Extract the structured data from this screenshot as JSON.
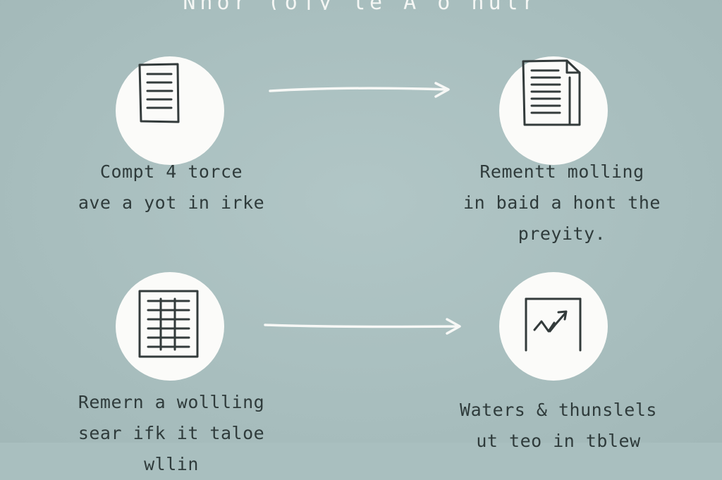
{
  "header": {
    "partial_text": "Nhor (ojy le A o nulr"
  },
  "steps": [
    {
      "icon": "document-list-icon",
      "caption_lines": [
        "Compt 4 torce",
        "ave a yot in irke"
      ]
    },
    {
      "icon": "folded-document-icon",
      "caption_lines": [
        "Rementt molling",
        "in baid a hont the",
        "preyity."
      ]
    },
    {
      "icon": "document-table-icon",
      "caption_lines": [
        "Remern a wollling",
        "sear ifk it taloe",
        "wllin"
      ]
    },
    {
      "icon": "trend-chart-icon",
      "caption_lines": [
        "Waters & thunslels",
        "ut teo in tblew"
      ]
    }
  ],
  "colors": {
    "background": "#a9bfbf",
    "circle": "#fbfbf9",
    "ink": "#333b3b",
    "arrow": "#f7f8f6"
  }
}
